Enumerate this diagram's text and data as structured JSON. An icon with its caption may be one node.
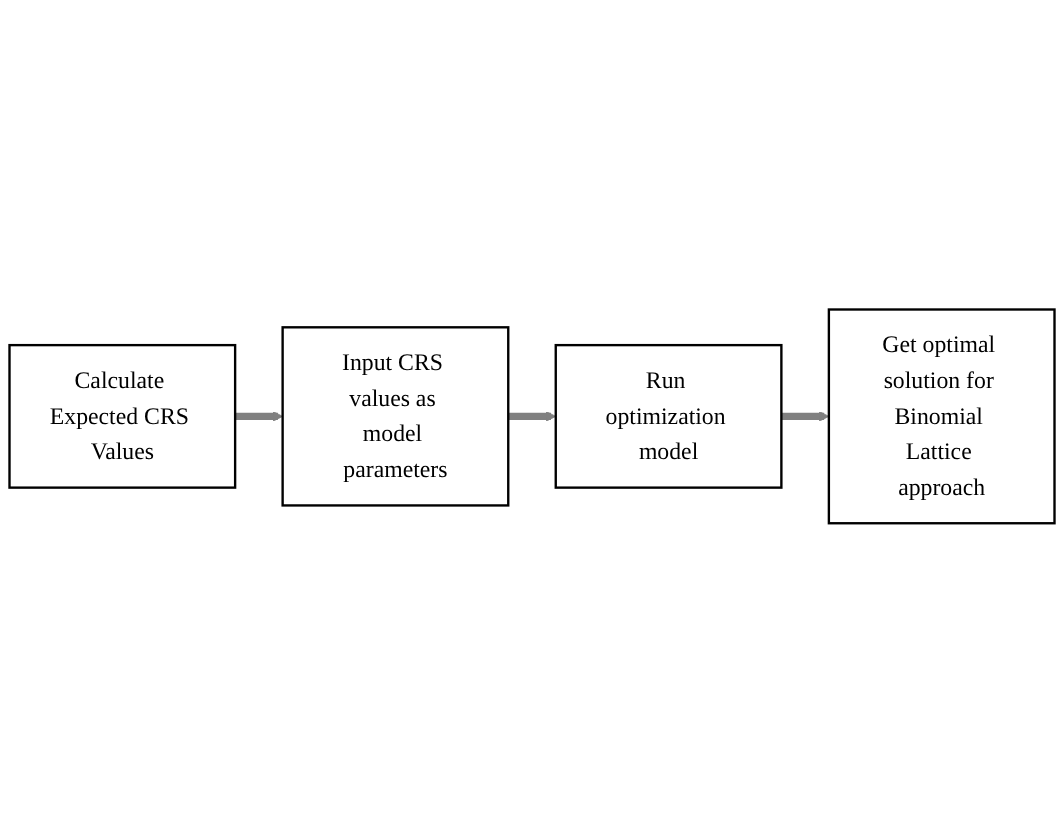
{
  "diagram": {
    "nodes": [
      {
        "text": [
          "Calculate Expected CRS Values"
        ]
      },
      {
        "text": [
          "Input CRS values as model parameters"
        ]
      },
      {
        "text": [
          "Run optimization model"
        ]
      },
      {
        "text": [
          "Get optimal solution for Binomial Lattice approach"
        ]
      }
    ],
    "edges": [
      {
        "from": 0,
        "to": 1,
        "arrow": "to"
      },
      {
        "from": 1,
        "to": 2,
        "arrow": "to"
      },
      {
        "from": 2,
        "to": 3,
        "arrow": "to"
      }
    ]
  }
}
